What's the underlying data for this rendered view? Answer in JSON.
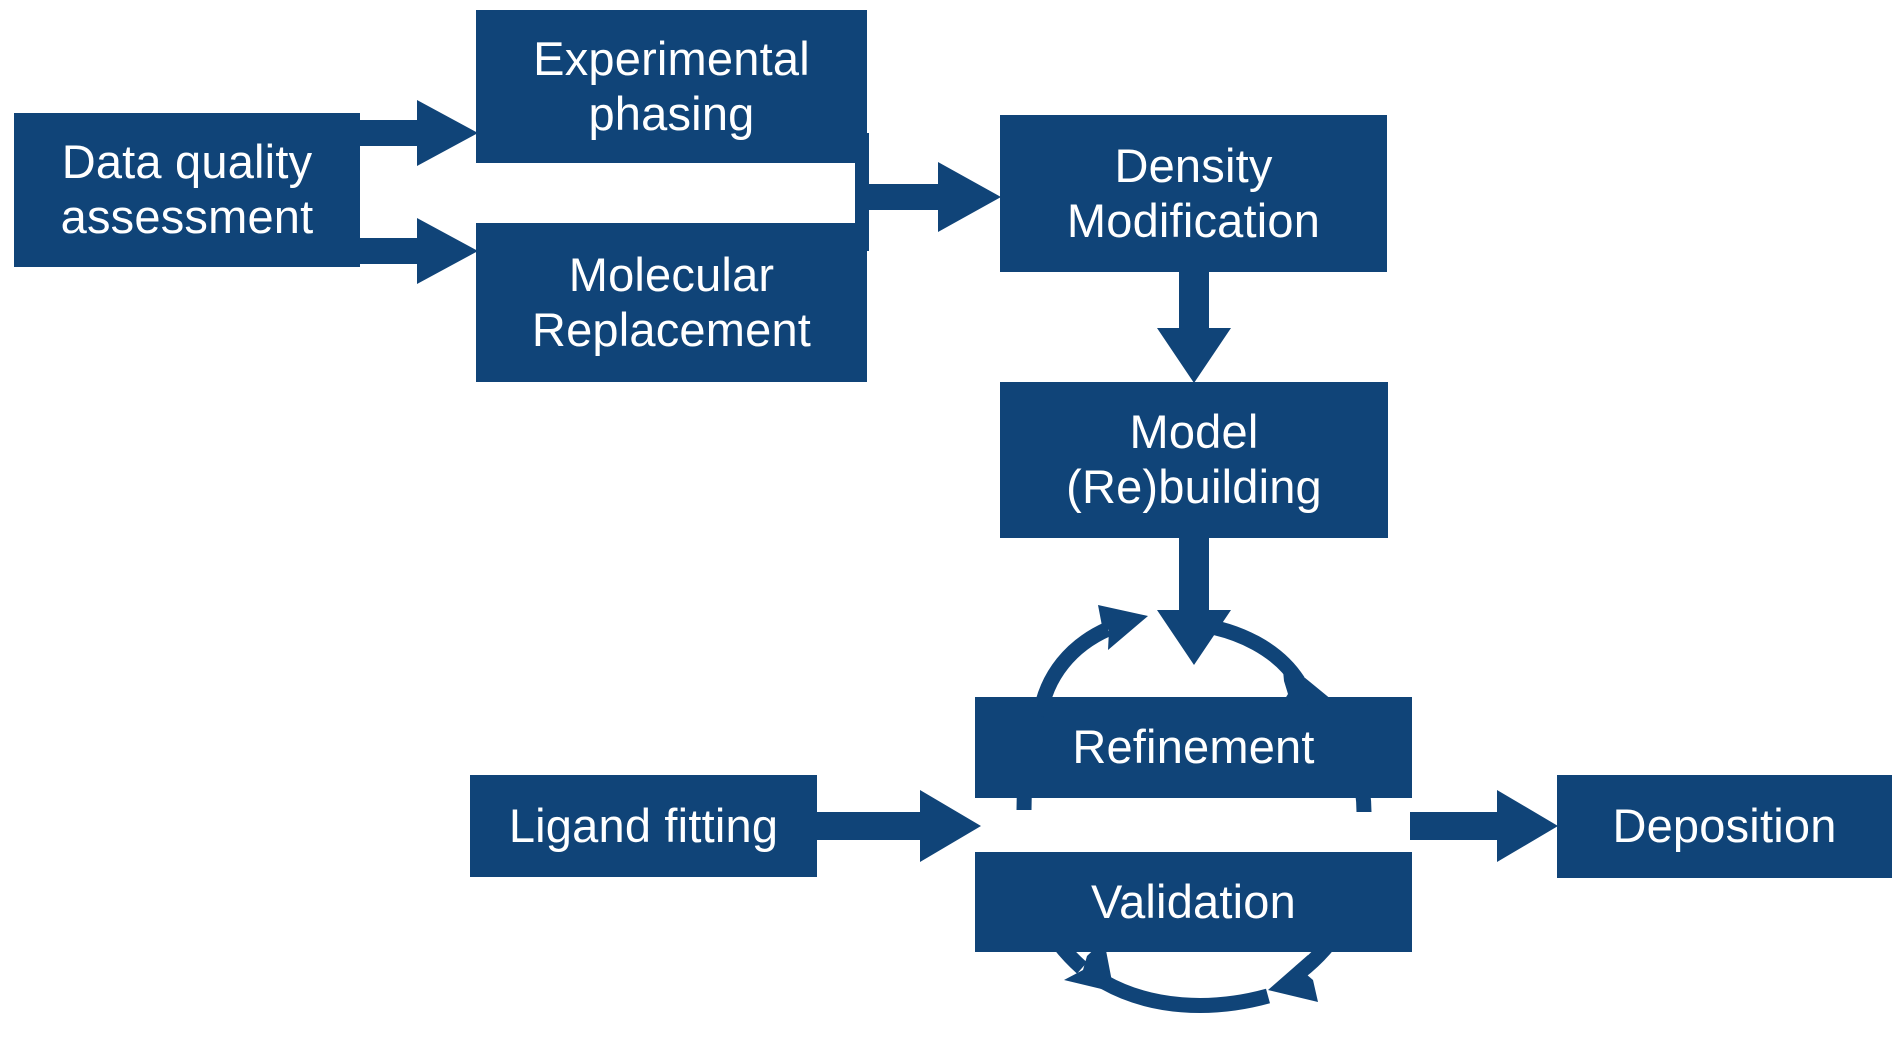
{
  "diagram": {
    "title": "Macromolecular crystallography structure-determination workflow",
    "accent_color": "#104478",
    "text_color": "#FFFFFF",
    "background_color": "#FFFFFF",
    "nodes": [
      {
        "id": "data-quality",
        "label": "Data quality\nassessment"
      },
      {
        "id": "exp-phasing",
        "label": "Experimental\nphasing"
      },
      {
        "id": "mol-replacement",
        "label": "Molecular\nReplacement"
      },
      {
        "id": "density-mod",
        "label": "Density\nModification"
      },
      {
        "id": "model-building",
        "label": "Model\n(Re)building"
      },
      {
        "id": "refinement",
        "label": "Refinement"
      },
      {
        "id": "validation",
        "label": "Validation"
      },
      {
        "id": "ligand-fitting",
        "label": "Ligand fitting"
      },
      {
        "id": "deposition",
        "label": "Deposition"
      }
    ],
    "edges": [
      {
        "from": "data-quality",
        "to": "exp-phasing",
        "kind": "straight-arrow",
        "direction": "right"
      },
      {
        "from": "data-quality",
        "to": "mol-replacement",
        "kind": "straight-arrow",
        "direction": "right"
      },
      {
        "from": "exp-phasing",
        "to": "density-mod",
        "kind": "straight-arrow",
        "direction": "right"
      },
      {
        "from": "mol-replacement",
        "to": "density-mod",
        "kind": "straight-arrow",
        "direction": "right"
      },
      {
        "from": "density-mod",
        "to": "model-building",
        "kind": "straight-arrow",
        "direction": "down"
      },
      {
        "from": "model-building",
        "to": "refinement",
        "kind": "straight-arrow",
        "direction": "down"
      },
      {
        "from": "ligand-fitting",
        "to": "refinement",
        "kind": "straight-arrow",
        "direction": "right"
      },
      {
        "from": "validation",
        "to": "deposition",
        "kind": "straight-arrow",
        "direction": "right"
      },
      {
        "from": "refinement",
        "to": "validation",
        "kind": "cycle-arc",
        "direction": "clockwise-loop"
      }
    ]
  },
  "chart_data": {
    "type": "flowchart",
    "title": "Macromolecular crystallography structure-determination workflow",
    "node_count": 9,
    "edge_count": 9,
    "stages": [
      "Data quality assessment",
      "Experimental phasing",
      "Molecular Replacement",
      "Density Modification",
      "Model (Re)building",
      "Refinement",
      "Validation",
      "Ligand fitting",
      "Deposition"
    ],
    "cycle": [
      "Refinement",
      "Validation"
    ]
  }
}
